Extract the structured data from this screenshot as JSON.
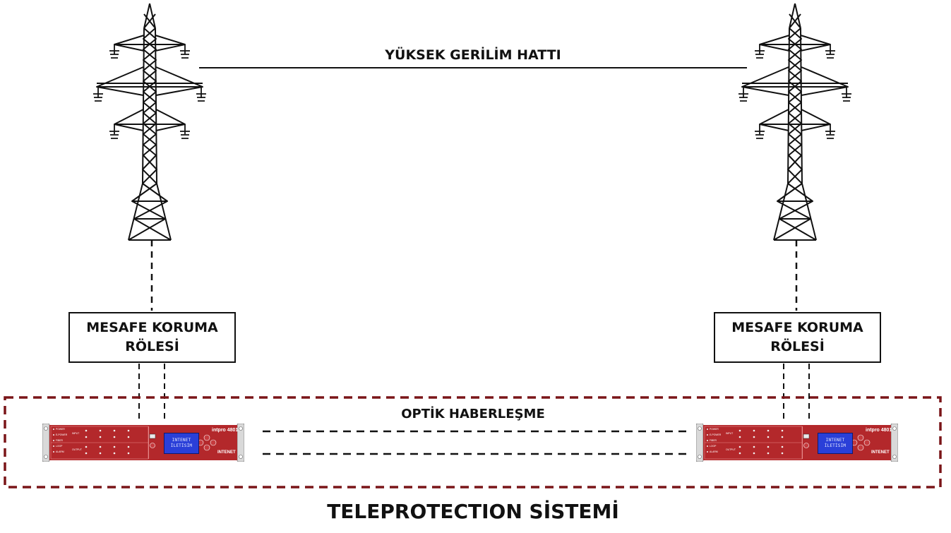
{
  "line_label": "YÜKSEK GERİLİM HATTI",
  "relays": [
    {
      "line1": "MESAFE KORUMA",
      "line2": "RÖLESİ"
    },
    {
      "line1": "MESAFE KORUMA",
      "line2": "RÖLESİ"
    }
  ],
  "optical_label": "OPTİK HABERLEŞME",
  "system_title": "TELEPROTECTION SİSTEMİ",
  "device": {
    "model": "intpro 4801",
    "lcd_line1": "INTENET",
    "lcd_line2": "İLETİSİM",
    "brand": "INTENET",
    "led_labels": [
      "POWER",
      "E-POWER",
      "FIBER",
      "LOOP",
      "ALARM"
    ],
    "input_label": "INPUT",
    "output_label": "OUTPUT",
    "panel_color": "#b3282b"
  },
  "colors": {
    "line": "#111111",
    "optical_border": "#7a1518"
  }
}
